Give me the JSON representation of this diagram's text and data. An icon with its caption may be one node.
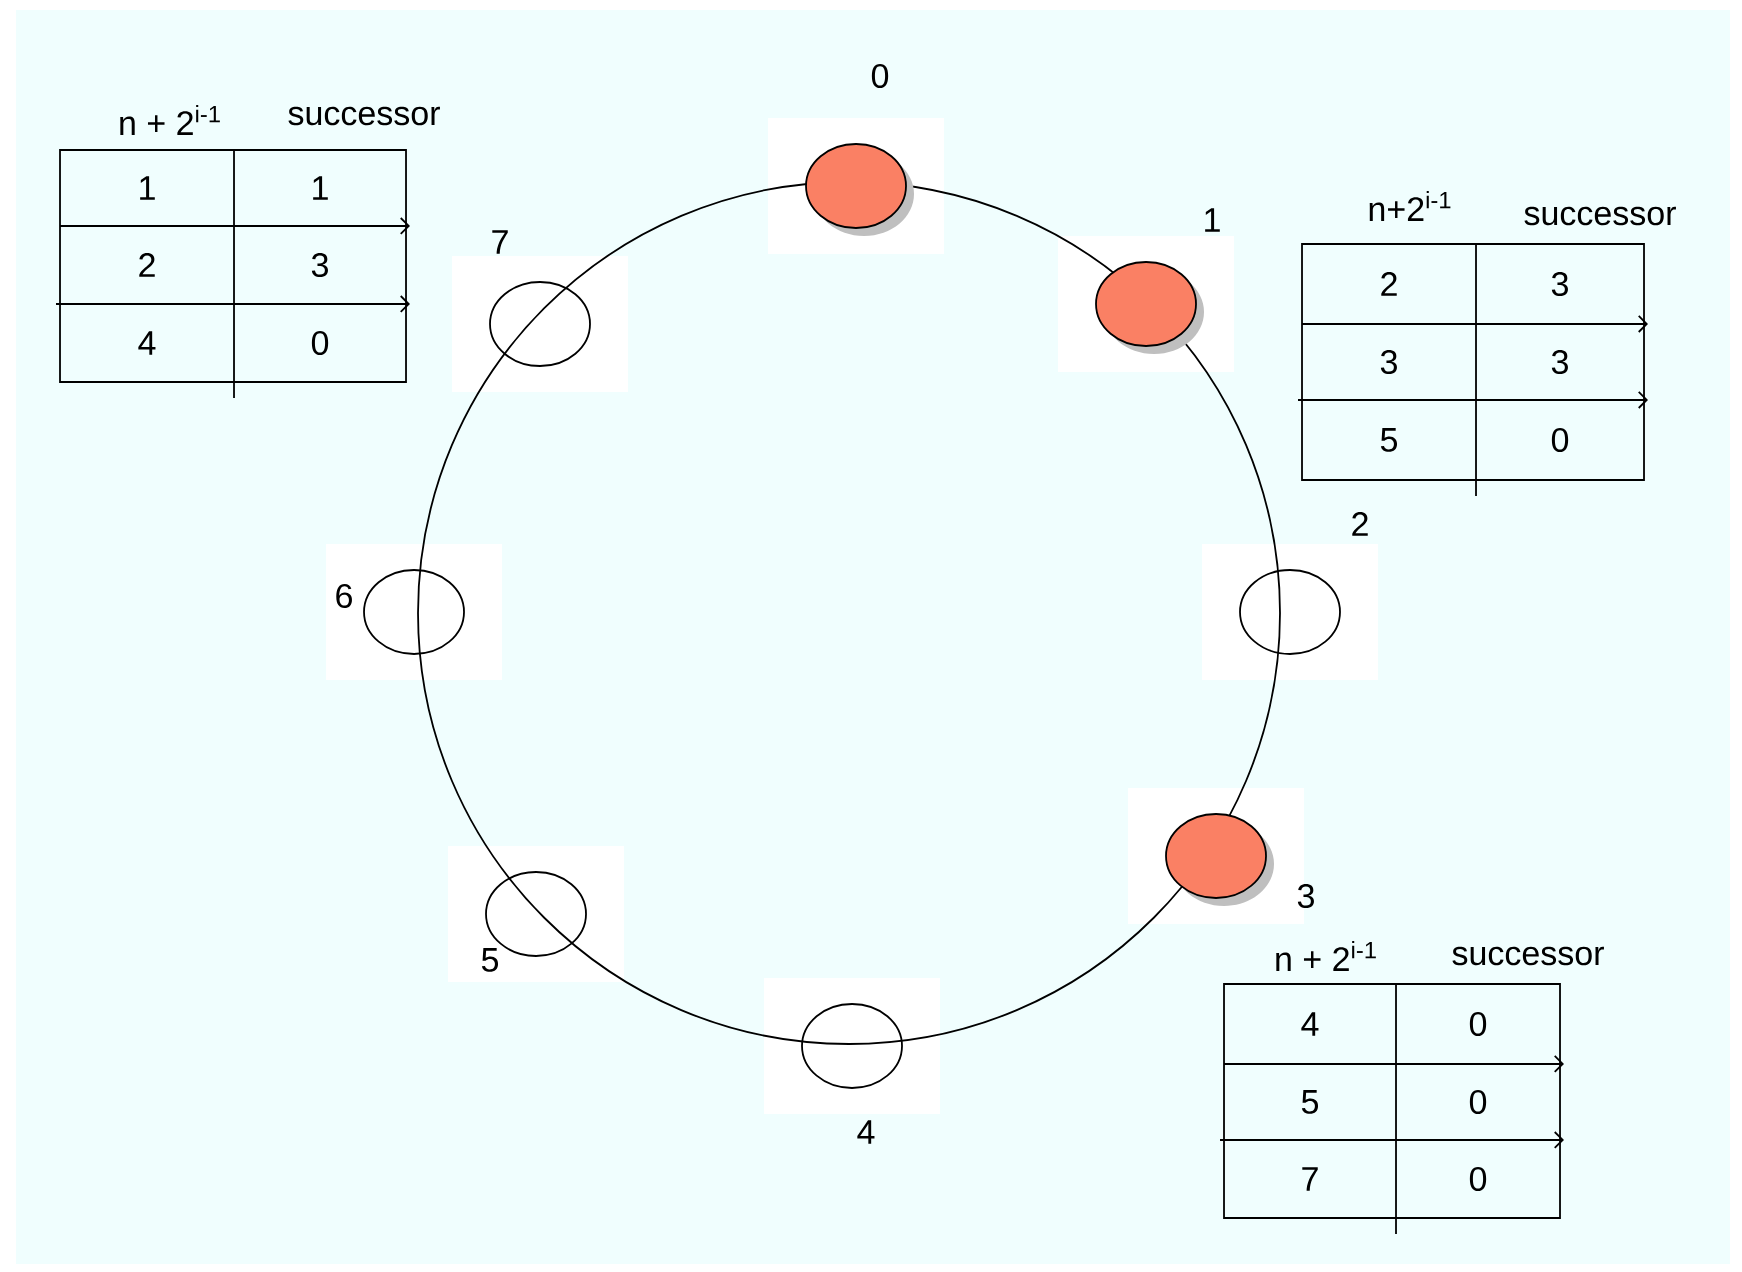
{
  "diagram": {
    "nodes": [
      {
        "text": [],
        "shape": "circle",
        "beside": [
          "0"
        ]
      },
      {
        "text": [],
        "shape": "circle",
        "beside": [
          "1"
        ]
      },
      {
        "text": [],
        "shape": "circle",
        "beside": [
          "2"
        ]
      },
      {
        "text": [],
        "shape": "circle",
        "beside": [
          "3"
        ]
      },
      {
        "text": [],
        "shape": "circle",
        "beside": [
          "4"
        ]
      },
      {
        "text": [],
        "shape": "circle",
        "beside": [
          "5"
        ]
      },
      {
        "text": [],
        "shape": "circle",
        "beside": [
          "6"
        ]
      },
      {
        "text": [],
        "shape": "circle",
        "beside": [
          "7"
        ]
      }
    ],
    "edges": [],
    "labels": [
      "n + 2$^{i-1}$",
      "successor",
      "1",
      "1",
      "2",
      "3",
      "4",
      "0",
      "n+2$^{i-1}$",
      "successor",
      "2",
      "3",
      "3",
      "3",
      "5",
      "0",
      "n + 2$^{i-1}$",
      "successor",
      "4",
      "0",
      "5",
      "0",
      "7",
      "0"
    ]
  }
}
